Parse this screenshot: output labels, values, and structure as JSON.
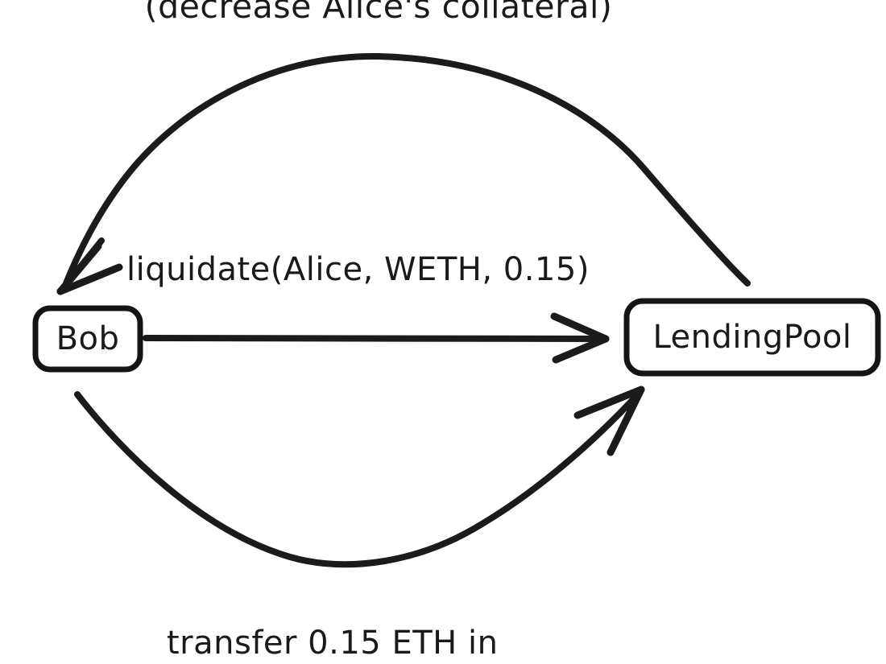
{
  "diagram": {
    "title_note": "(decrease Alice's collateral)",
    "nodes": [
      {
        "id": "bob",
        "label": "Bob"
      },
      {
        "id": "lendingpool",
        "label": "LendingPool"
      }
    ],
    "edges": [
      {
        "id": "return-edge",
        "label": "",
        "from": "LendingPool",
        "to": "Bob",
        "note": "(decrease Alice's collateral)",
        "direction": "right-to-left",
        "style": "curved-arc-top"
      },
      {
        "id": "call-edge",
        "label": "liquidate(Alice, WETH, 0.15)",
        "from": "Bob",
        "to": "LendingPool",
        "direction": "left-to-right",
        "style": "straight-arrow"
      },
      {
        "id": "transfer-edge",
        "label": "transfer 0.15 ETH in",
        "from": "Bob",
        "to": "LendingPool",
        "direction": "left-to-right",
        "style": "curved-arc-bottom"
      }
    ],
    "colors": {
      "ink": "#1b1b1b",
      "background": "#ffffff"
    }
  }
}
